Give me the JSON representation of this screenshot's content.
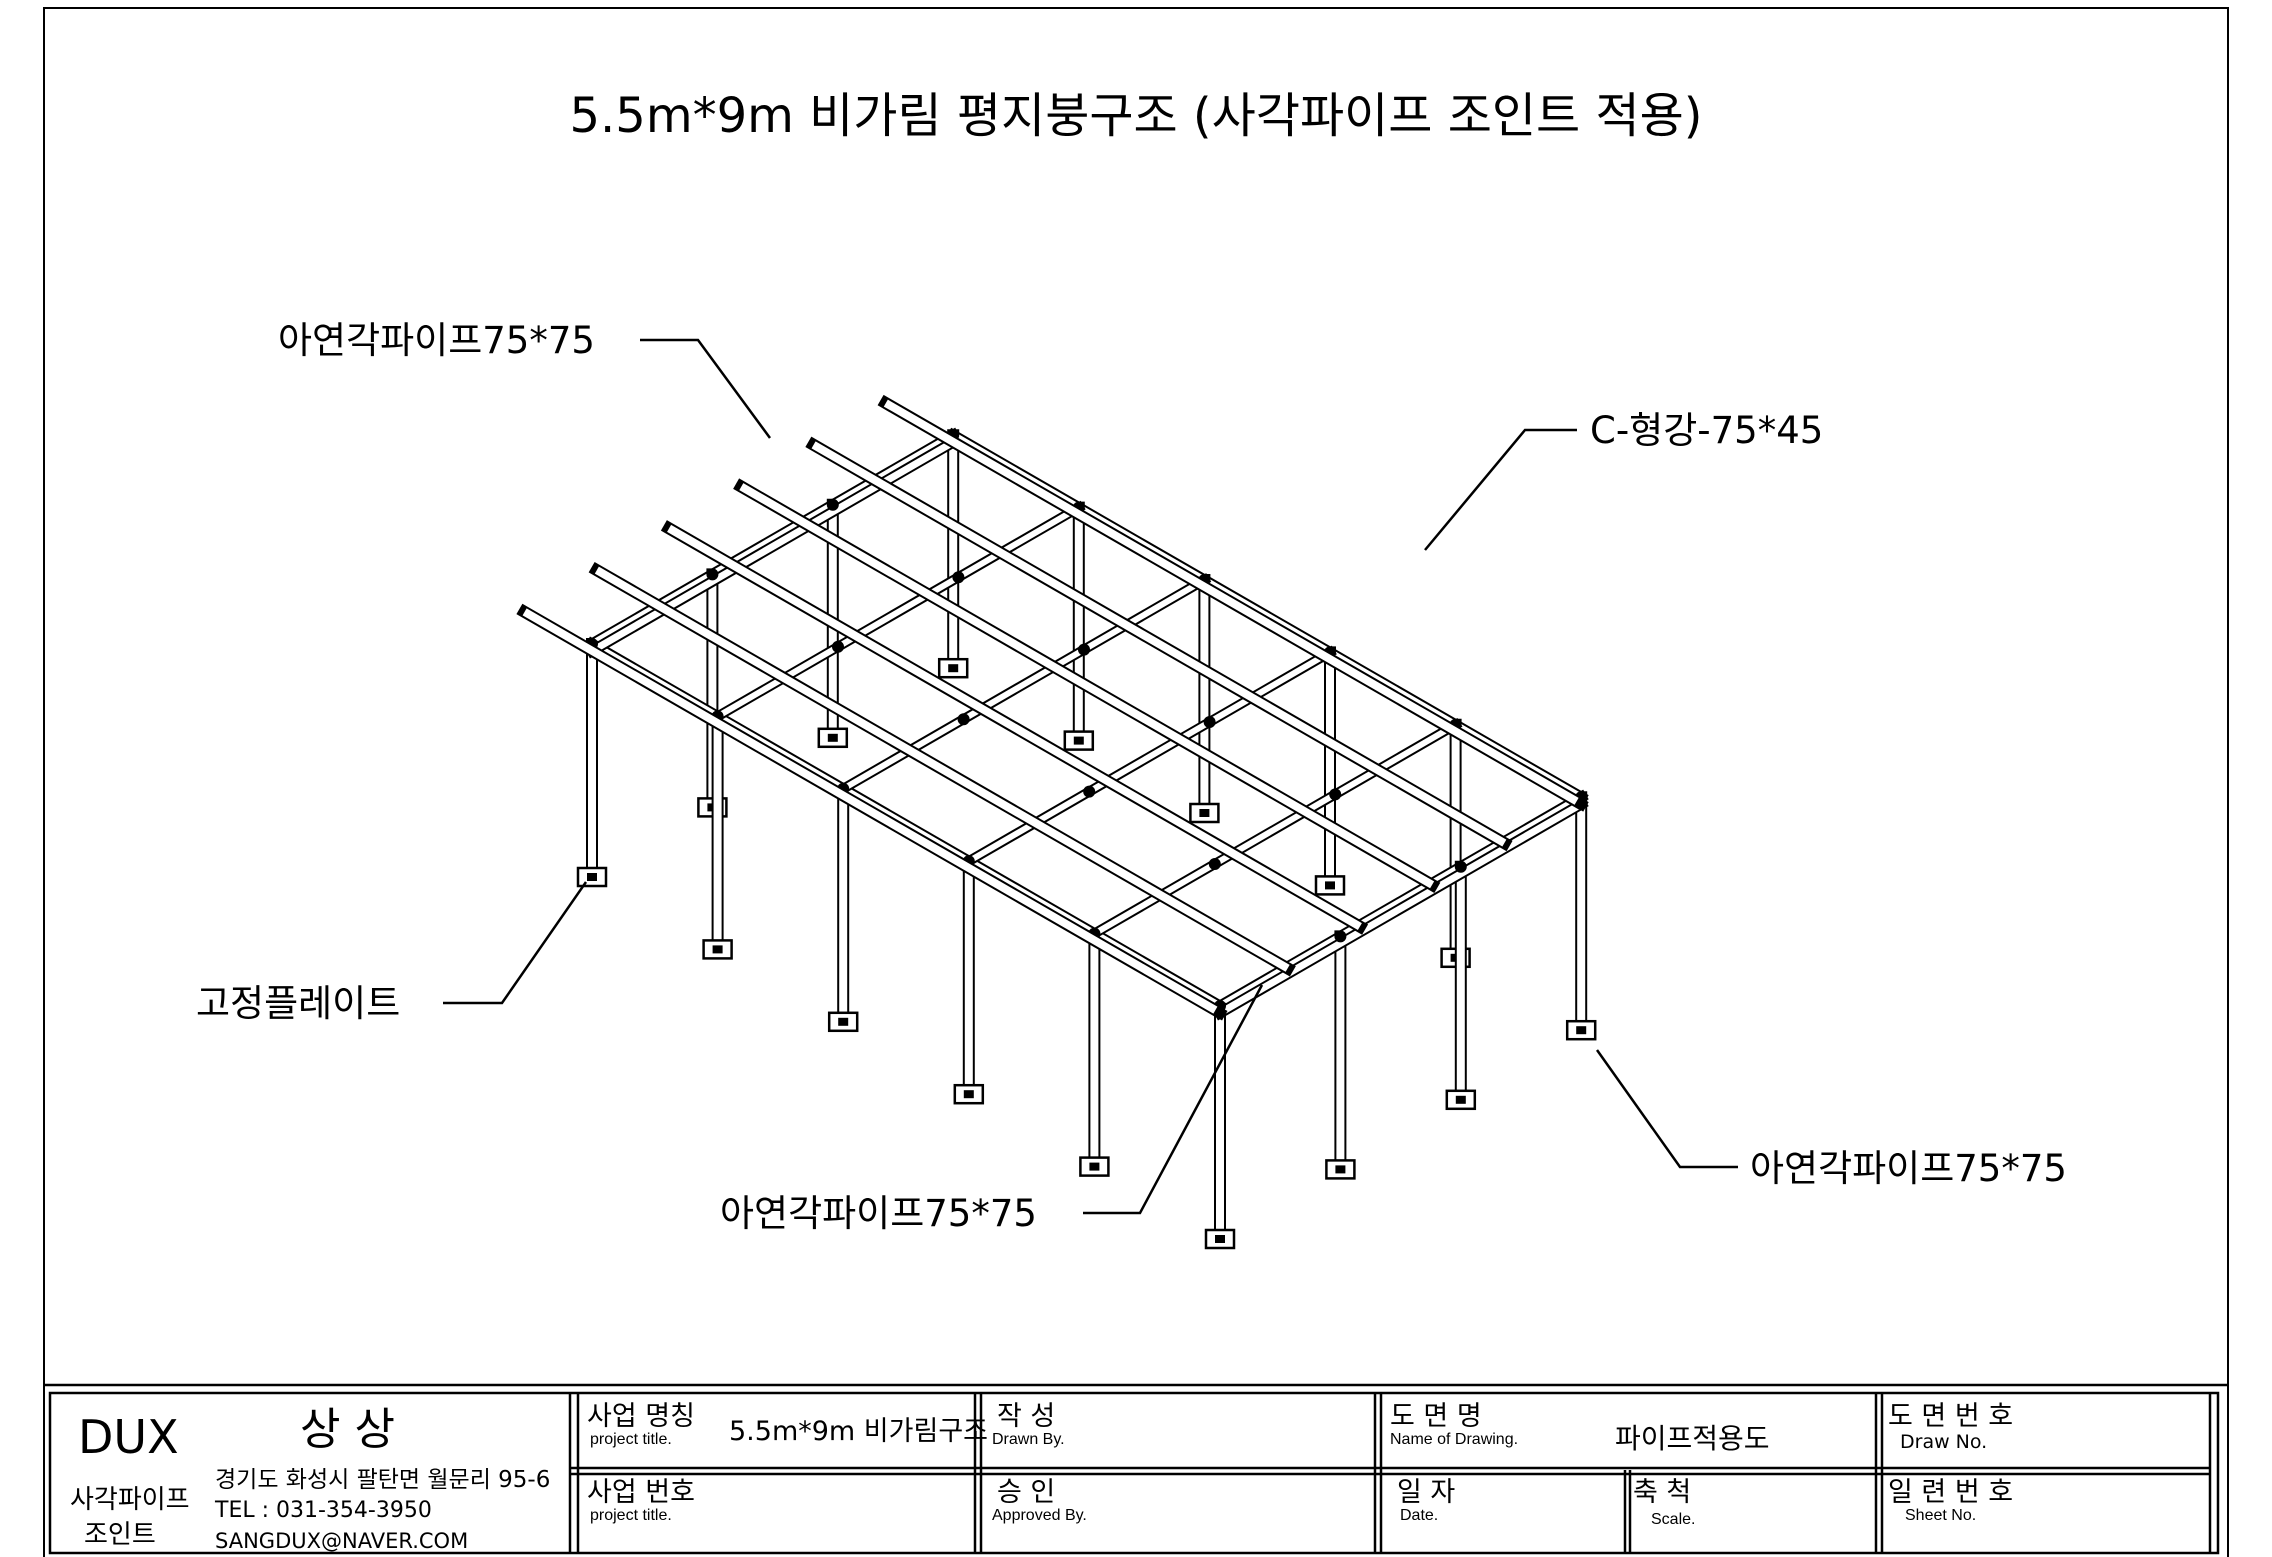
{
  "drawing": {
    "title": "5.5m*9m 비가림 평지붕구조 (사각파이프 조인트 적용)",
    "callouts": {
      "top_left": "아연각파이프75*75",
      "top_right": "C-형강-75*45",
      "left": "고정플레이트",
      "bottom_center": "아연각파이프75*75",
      "bottom_right": "아연각파이프75*75"
    }
  },
  "title_block": {
    "company_en": "DUX",
    "company_kr": "상 상",
    "brand_line1": "사각파이프",
    "brand_line2": "조인트",
    "address": "경기도 화성시 팔탄면 월문리 95-6",
    "tel": "TEL : 031-354-3950",
    "email": "SANGDUX@NAVER.COM",
    "project_name_kr": "사업 명칭",
    "project_name_en": "project title.",
    "project_name_value": "5.5m*9m 비가림구조",
    "project_no_kr": "사업 번호",
    "project_no_en": "project title.",
    "drawn_kr": "작  성",
    "drawn_en": "Drawn By.",
    "approved_kr": "승  인",
    "approved_en": "Approved By.",
    "drawing_name_kr": "도  면  명",
    "drawing_name_en": "Name of Drawing.",
    "drawing_name_value": "파이프적용도",
    "date_kr": "일  자",
    "date_en": "Date.",
    "scale_kr": "축  척",
    "scale_en": "Scale.",
    "draw_no_kr": "도 면 번 호",
    "draw_no_en": "Draw No.",
    "sheet_no_kr": "일 련 번 호",
    "sheet_no_en": "Sheet No."
  }
}
